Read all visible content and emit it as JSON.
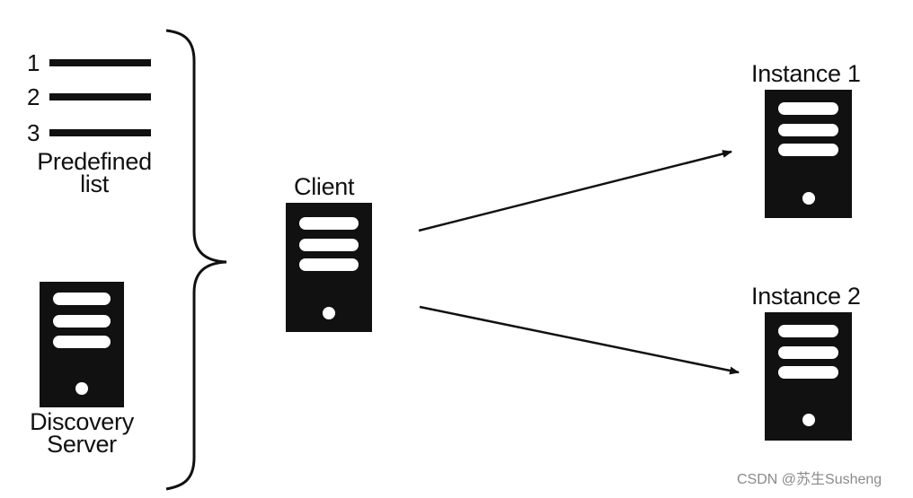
{
  "predefined_list": {
    "items": [
      "1",
      "2",
      "3"
    ],
    "caption_line1": "Predefined",
    "caption_line2": "list"
  },
  "discovery_server": {
    "label_line1": "Discovery",
    "label_line2": "Server"
  },
  "client": {
    "label": "Client"
  },
  "instances": [
    {
      "label": "Instance 1"
    },
    {
      "label": "Instance 2"
    }
  ],
  "watermark": "CSDN @苏生Susheng",
  "colors": {
    "ink": "#111111",
    "background": "#ffffff",
    "watermark": "#8a8a8a"
  }
}
